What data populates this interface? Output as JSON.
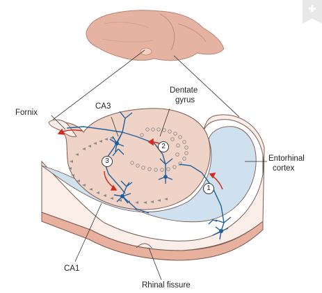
{
  "labels": {
    "fornix": "Fornix",
    "ca3": "CA3",
    "dentate_line1": "Dentate",
    "dentate_line2": "gyrus",
    "entorhinal_line1": "Entorhinal",
    "entorhinal_line2": "cortex",
    "ca1": "CA1",
    "rhinal_fissure": "Rhinal fissure"
  },
  "pathway_numbers": {
    "one": "1",
    "two": "2",
    "three": "3"
  },
  "corner_badge_icon": "plus-icon",
  "colors": {
    "brain": "#e7b6a8",
    "tissue": "#f0d3c7",
    "ventricle": "#cfe0ee",
    "neuron": "#1f5f9c",
    "arrow": "#d22b1f"
  }
}
